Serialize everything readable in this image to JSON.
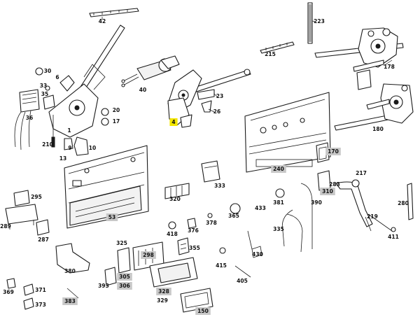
{
  "callouts": [
    {
      "id": "42",
      "highlight": "none"
    },
    {
      "id": "223",
      "highlight": "none"
    },
    {
      "id": "215",
      "highlight": "none"
    },
    {
      "id": "178",
      "highlight": "none"
    },
    {
      "id": "30",
      "highlight": "none"
    },
    {
      "id": "6",
      "highlight": "none"
    },
    {
      "id": "33",
      "highlight": "none"
    },
    {
      "id": "35",
      "highlight": "none"
    },
    {
      "id": "36",
      "highlight": "none"
    },
    {
      "id": "40",
      "highlight": "none"
    },
    {
      "id": "23",
      "highlight": "none"
    },
    {
      "id": "26",
      "highlight": "none"
    },
    {
      "id": "20",
      "highlight": "none"
    },
    {
      "id": "17",
      "highlight": "none"
    },
    {
      "id": "1",
      "highlight": "none"
    },
    {
      "id": "210",
      "highlight": "none"
    },
    {
      "id": "9",
      "highlight": "none"
    },
    {
      "id": "13",
      "highlight": "none"
    },
    {
      "id": "10",
      "highlight": "none"
    },
    {
      "id": "4",
      "highlight": "yellow"
    },
    {
      "id": "180",
      "highlight": "none"
    },
    {
      "id": "170",
      "highlight": "gray"
    },
    {
      "id": "240",
      "highlight": "gray"
    },
    {
      "id": "217",
      "highlight": "none"
    },
    {
      "id": "333",
      "highlight": "none"
    },
    {
      "id": "310",
      "highlight": "gray"
    },
    {
      "id": "283",
      "highlight": "none"
    },
    {
      "id": "295",
      "highlight": "none"
    },
    {
      "id": "320",
      "highlight": "none"
    },
    {
      "id": "381",
      "highlight": "none"
    },
    {
      "id": "390",
      "highlight": "none"
    },
    {
      "id": "433",
      "highlight": "none"
    },
    {
      "id": "280",
      "highlight": "none"
    },
    {
      "id": "289",
      "highlight": "none"
    },
    {
      "id": "53",
      "highlight": "gray"
    },
    {
      "id": "365",
      "highlight": "none"
    },
    {
      "id": "219",
      "highlight": "none"
    },
    {
      "id": "287",
      "highlight": "none"
    },
    {
      "id": "418",
      "highlight": "none"
    },
    {
      "id": "376",
      "highlight": "none"
    },
    {
      "id": "378",
      "highlight": "none"
    },
    {
      "id": "335",
      "highlight": "none"
    },
    {
      "id": "411",
      "highlight": "none"
    },
    {
      "id": "325",
      "highlight": "none"
    },
    {
      "id": "355",
      "highlight": "none"
    },
    {
      "id": "298",
      "highlight": "gray"
    },
    {
      "id": "430",
      "highlight": "none"
    },
    {
      "id": "380",
      "highlight": "none"
    },
    {
      "id": "415",
      "highlight": "none"
    },
    {
      "id": "305",
      "highlight": "gray"
    },
    {
      "id": "393",
      "highlight": "none"
    },
    {
      "id": "306",
      "highlight": "gray"
    },
    {
      "id": "405",
      "highlight": "none"
    },
    {
      "id": "369",
      "highlight": "none"
    },
    {
      "id": "371",
      "highlight": "none"
    },
    {
      "id": "328",
      "highlight": "gray"
    },
    {
      "id": "383",
      "highlight": "gray"
    },
    {
      "id": "329",
      "highlight": "none"
    },
    {
      "id": "373",
      "highlight": "none"
    },
    {
      "id": "150",
      "highlight": "gray"
    }
  ],
  "colors": {
    "gray": "#c8c8c8",
    "yellow": "#f3e600",
    "ink": "#1a1a1a"
  }
}
